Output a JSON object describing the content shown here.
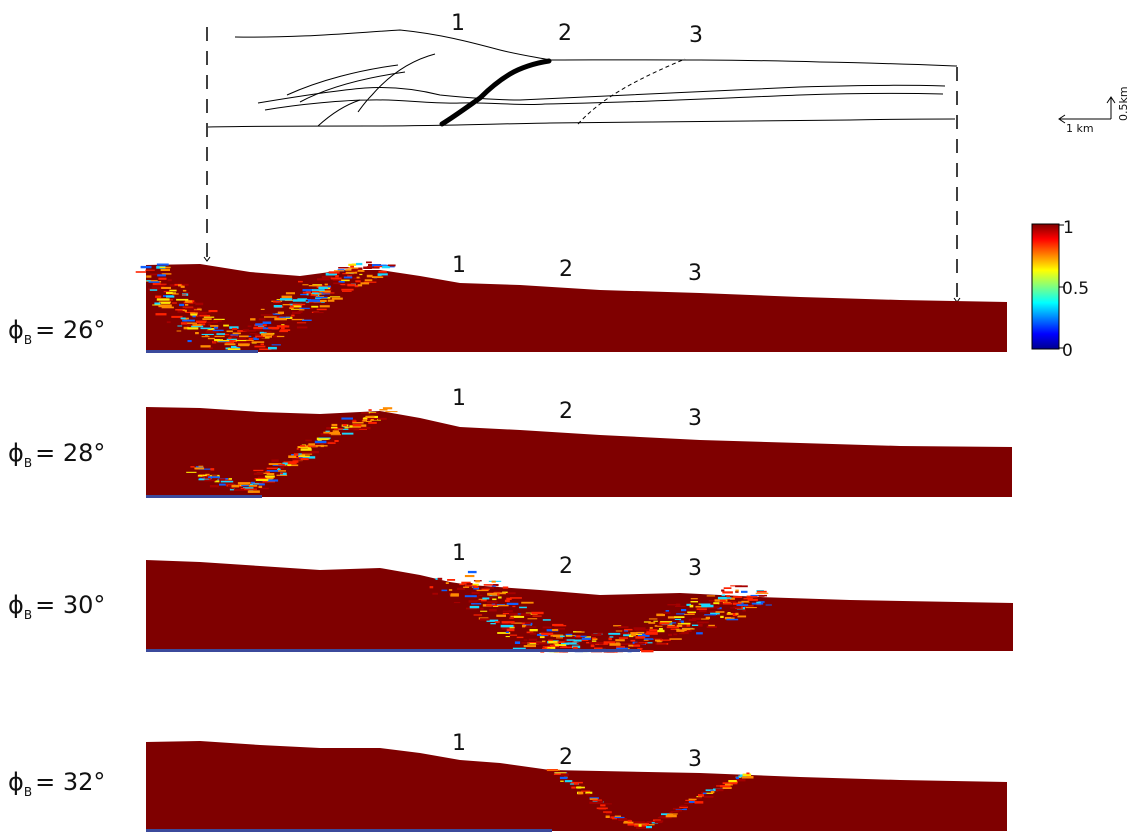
{
  "markers": [
    "1",
    "2",
    "3"
  ],
  "scale_bar": {
    "horizontal": "1 km",
    "vertical": "0.5km"
  },
  "colorbar": {
    "max": "1",
    "mid": "0.5",
    "min": "0"
  },
  "panels": [
    {
      "phi_symbol": "ϕ",
      "phi_sub": "B",
      "value": "= 26°"
    },
    {
      "phi_symbol": "ϕ",
      "phi_sub": "B",
      "value": "= 28°"
    },
    {
      "phi_symbol": "ϕ",
      "phi_sub": "B",
      "value": "= 30°"
    },
    {
      "phi_symbol": "ϕ",
      "phi_sub": "B",
      "value": "= 32°"
    }
  ],
  "colors": {
    "field": "#7f0000",
    "base": "#3b4a9c",
    "dark_red": "#a50000",
    "red": "#ff2200",
    "orange": "#ff8c00",
    "yellow": "#ffe600",
    "cyan": "#19d9ff",
    "blue": "#1060ff"
  }
}
